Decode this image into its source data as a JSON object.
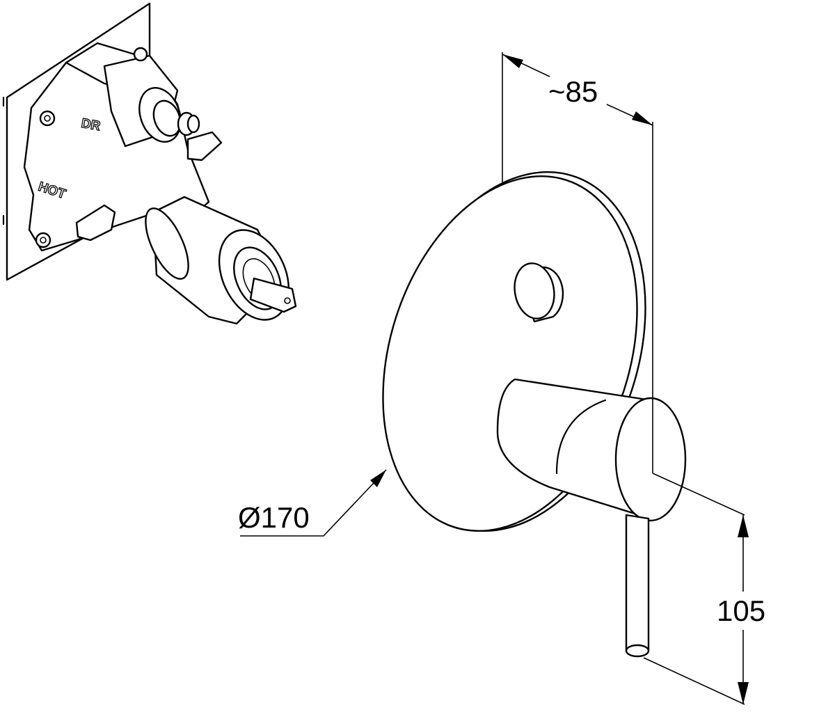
{
  "drawing": {
    "dimensions": {
      "depth": "~85",
      "diameter": "Ø170",
      "height": "105"
    },
    "valve_labels": {
      "outlet": "DR",
      "inlet": "HOT"
    }
  }
}
